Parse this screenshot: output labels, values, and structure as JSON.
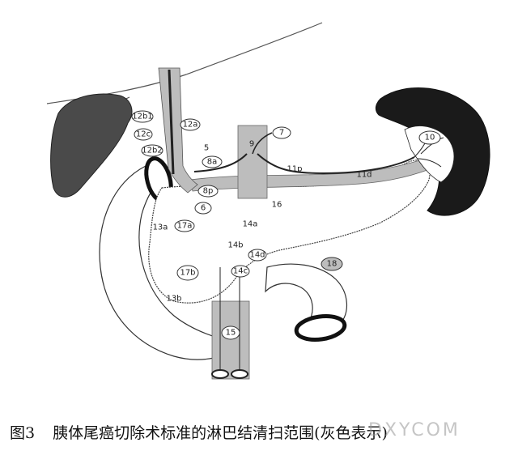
{
  "caption": {
    "figure_number": "图3",
    "text": "胰体尾癌切除术标准的淋巴结清扫范围(灰色表示)"
  },
  "watermark": "DXYCOM",
  "lymph_node_stations": {
    "s12b1": "12b1",
    "s12c": "12c",
    "s12b2": "12b2",
    "s12a": "12a",
    "s5": "5",
    "s8a": "8a",
    "s8p": "8p",
    "s6": "6",
    "s9": "9",
    "s7": "7",
    "s11p": "11p",
    "s11d": "11d",
    "s10": "10",
    "s16": "16",
    "s13a": "13a",
    "s17a": "17a",
    "s14a": "14a",
    "s14b": "14b",
    "s14d": "14d",
    "s14c": "14c",
    "s17b": "17b",
    "s13b": "13b",
    "s15": "15",
    "s18": "18"
  },
  "colors": {
    "dissection_gray": "#bdbdbd",
    "organ_dark": "#1a1a1a",
    "line": "#333333"
  }
}
